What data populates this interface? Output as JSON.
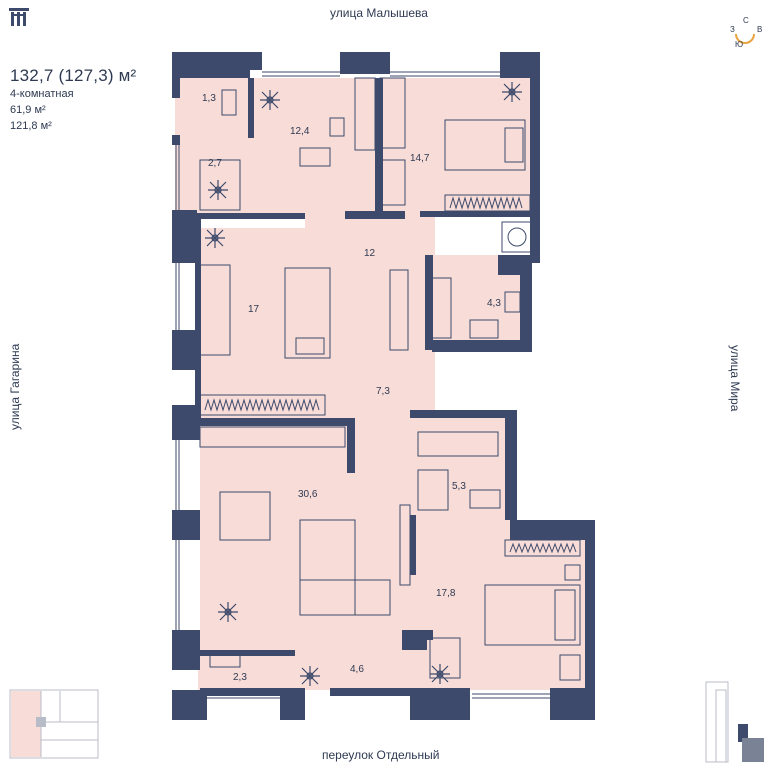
{
  "header": {
    "total_area": "132,7 (127,3) м²",
    "rooms_type": "4-комнатная",
    "living_area": "61,9 м²",
    "other_area": "121,8 м²"
  },
  "streets": {
    "top": "улица Малышева",
    "bottom": "переулок Отдельный",
    "left": "улица Гагарина",
    "right": "улица Мира"
  },
  "compass": {
    "north": "С",
    "west": "З",
    "east": "В",
    "south": "Ю"
  },
  "rooms": [
    {
      "id": "wc-small",
      "area": "1,3"
    },
    {
      "id": "bedroom-top-middle",
      "area": "12,4"
    },
    {
      "id": "bedroom-top-right",
      "area": "14,7"
    },
    {
      "id": "dressing",
      "area": "2,7"
    },
    {
      "id": "hall",
      "area": "12"
    },
    {
      "id": "bathroom-top",
      "area": "4,3"
    },
    {
      "id": "bedroom-left",
      "area": "17"
    },
    {
      "id": "corridor",
      "area": "7,3"
    },
    {
      "id": "bathroom-middle",
      "area": "5,3"
    },
    {
      "id": "living-kitchen",
      "area": "30,6"
    },
    {
      "id": "bedroom-bottom-right",
      "area": "17,8"
    },
    {
      "id": "storage",
      "area": "2,3"
    },
    {
      "id": "balcony",
      "area": "4,6"
    }
  ],
  "colors": {
    "wall": "#3d4a6b",
    "room_fill": "#f8dcd8",
    "furniture_line": "#3d4a6b"
  }
}
